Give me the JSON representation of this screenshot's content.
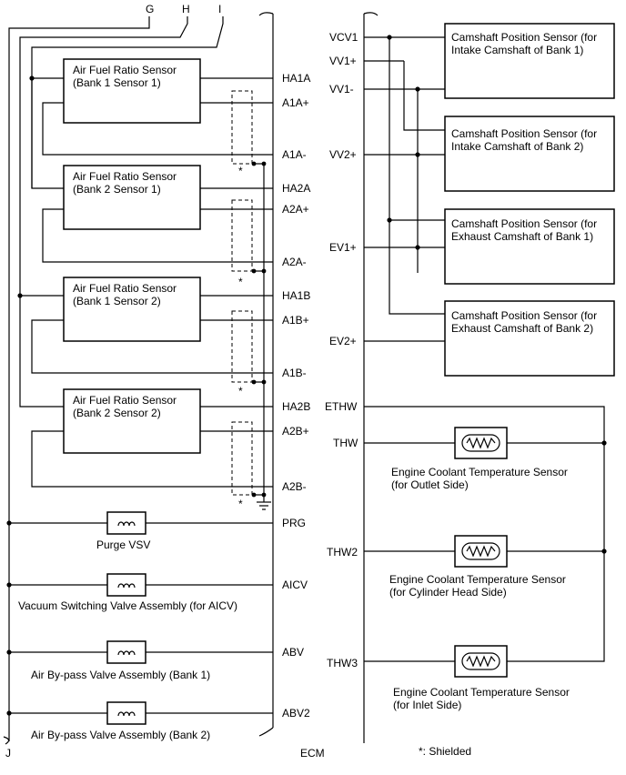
{
  "connectors": {
    "g": "G",
    "h": "H",
    "i": "I",
    "j": "J"
  },
  "ecm": {
    "label": "ECM",
    "left_pins": [
      "HA1A",
      "A1A+",
      "A1A-",
      "HA2A",
      "A2A+",
      "A2A-",
      "HA1B",
      "A1B+",
      "A1B-",
      "HA2B",
      "A2B+",
      "A2B-",
      "PRG",
      "AICV",
      "ABV",
      "ABV2"
    ],
    "right_pins": [
      "VCV1",
      "VV1+",
      "VV1-",
      "VV2+",
      "EV1+",
      "EV2+",
      "ETHW",
      "THW",
      "THW2",
      "THW3"
    ]
  },
  "af_sensors": [
    {
      "line1": "Air Fuel Ratio Sensor",
      "line2": "(Bank 1 Sensor 1)"
    },
    {
      "line1": "Air Fuel Ratio Sensor",
      "line2": "(Bank 2 Sensor 1)"
    },
    {
      "line1": "Air Fuel Ratio Sensor",
      "line2": "(Bank 1 Sensor 2)"
    },
    {
      "line1": "Air Fuel Ratio Sensor",
      "line2": "(Bank 2 Sensor 2)"
    }
  ],
  "valves": [
    {
      "label": "Purge VSV"
    },
    {
      "label": "Vacuum Switching Valve Assembly (for AICV)"
    },
    {
      "label": "Air By-pass Valve Assembly (Bank 1)"
    },
    {
      "label": "Air By-pass Valve Assembly (Bank 2)"
    }
  ],
  "cam_sensors": [
    {
      "line1": "Camshaft Position Sensor (for",
      "line2": "Intake Camshaft of Bank 1)"
    },
    {
      "line1": "Camshaft Position Sensor (for",
      "line2": "Intake Camshaft of Bank 2)"
    },
    {
      "line1": "Camshaft Position Sensor (for",
      "line2": "Exhaust Camshaft of Bank 1)"
    },
    {
      "line1": "Camshaft Position Sensor (for",
      "line2": "Exhaust Camshaft of Bank 2)"
    }
  ],
  "coolant_sensors": [
    {
      "line1": "Engine Coolant Temperature Sensor",
      "line2": "(for Outlet Side)"
    },
    {
      "line1": "Engine Coolant Temperature Sensor",
      "line2": "(for Cylinder Head Side)"
    },
    {
      "line1": "Engine Coolant Temperature Sensor",
      "line2": "(for Inlet Side)"
    }
  ],
  "shield_mark": "*",
  "legend": "*: Shielded"
}
